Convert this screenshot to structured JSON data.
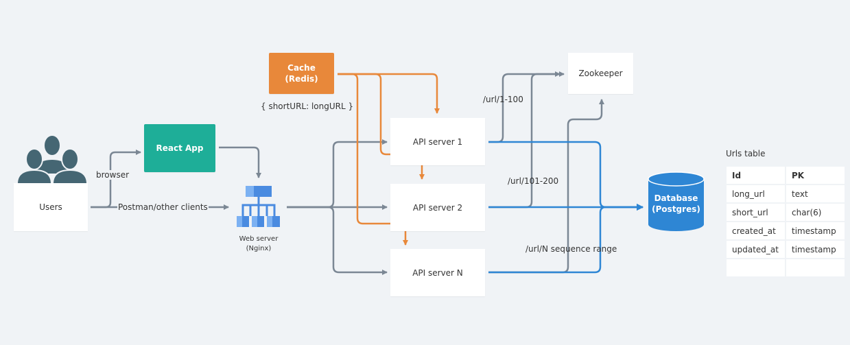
{
  "nodes": {
    "users": "Users",
    "react_app": "React App",
    "web_server": {
      "line1": "Web server",
      "line2": "(Nginx)"
    },
    "cache": {
      "line1": "Cache",
      "line2": "(Redis)"
    },
    "cache_note": "{ shortURL: longURL }",
    "api1": "API server 1",
    "api2": "API server 2",
    "apin": "API server N",
    "zookeeper": "Zookeeper",
    "database": {
      "line1": "Database",
      "line2": "(Postgres)"
    }
  },
  "edge_labels": {
    "browser": "browser",
    "postman": "Postman/other clients",
    "range1": "/url/1-100",
    "range2": "/url/101-200",
    "rangeN": "/url/N sequence range"
  },
  "table": {
    "title": "Urls table",
    "header": [
      "Id",
      "PK"
    ],
    "rows": [
      [
        "long_url",
        "text"
      ],
      [
        "short_url",
        "char(6)"
      ],
      [
        "created_at",
        "timestamp"
      ],
      [
        "updated_at",
        "timestamp"
      ],
      [
        "",
        ""
      ]
    ]
  },
  "colors": {
    "grey_wire": "#7b8794",
    "orange_wire": "#e8883a",
    "blue_wire": "#2e86d4",
    "react": "#1eae98",
    "cache": "#e8883a",
    "database": "#2e86d4",
    "users_icon": "#456673",
    "server_icon": "#5b9bea"
  },
  "icons": [
    "users-group-icon",
    "web-server-sitemap-icon",
    "database-cylinder-icon"
  ]
}
